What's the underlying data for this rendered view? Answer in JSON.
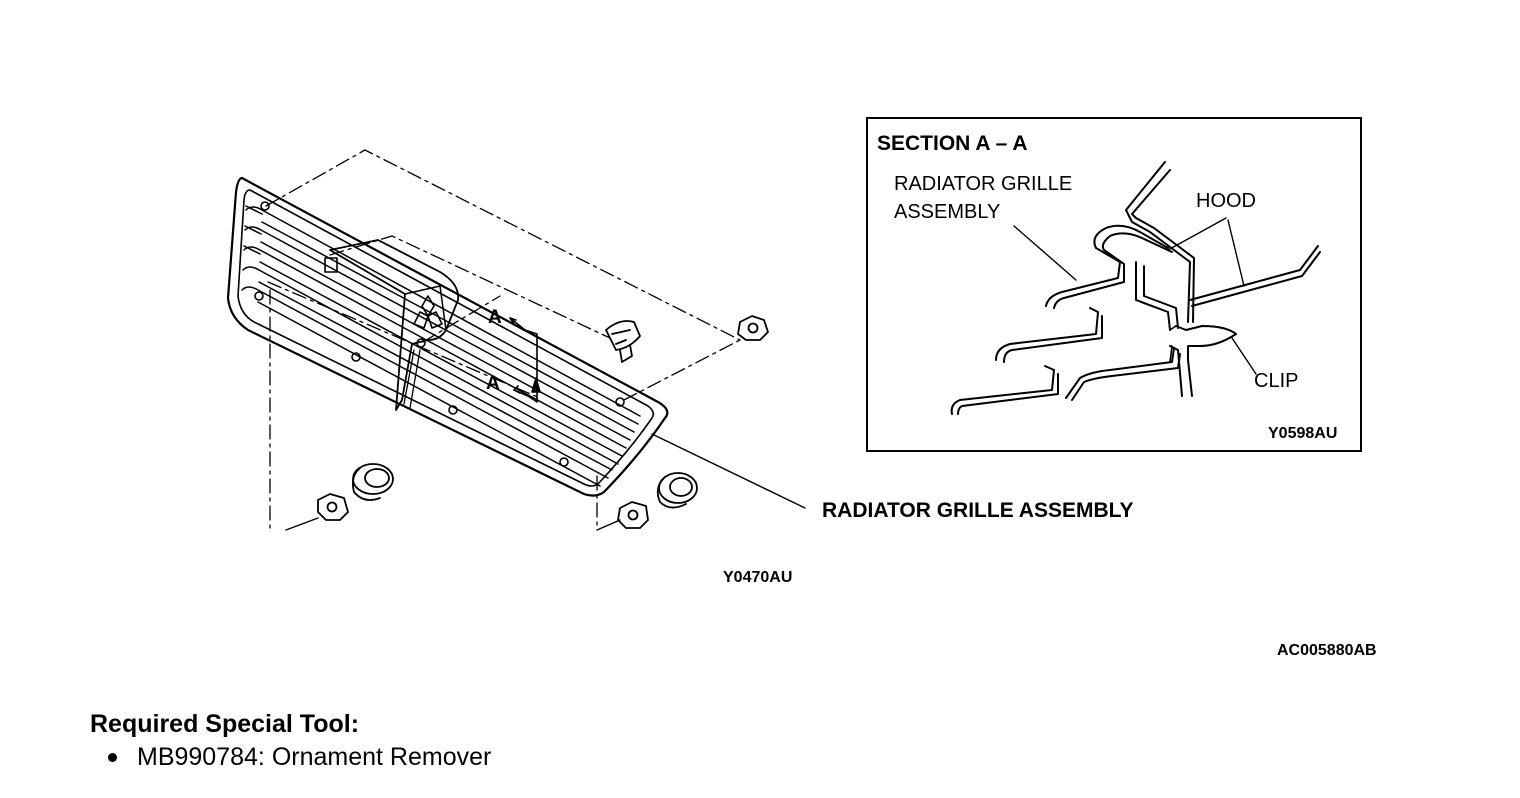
{
  "main_figure": {
    "label_grille_assembly": "RADIATOR GRILLE ASSEMBLY",
    "section_marker": "A",
    "figure_code": "Y0470AU"
  },
  "inset": {
    "title": "SECTION A – A",
    "label_grille_line1": "RADIATOR GRILLE",
    "label_grille_line2": "ASSEMBLY",
    "label_hood": "HOOD",
    "label_clip": "CLIP",
    "figure_code": "Y0598AU"
  },
  "document_code": "AC005880AB",
  "tools": {
    "title": "Required Special Tool:",
    "items": [
      {
        "text": "MB990784: Ornament Remover"
      }
    ]
  }
}
